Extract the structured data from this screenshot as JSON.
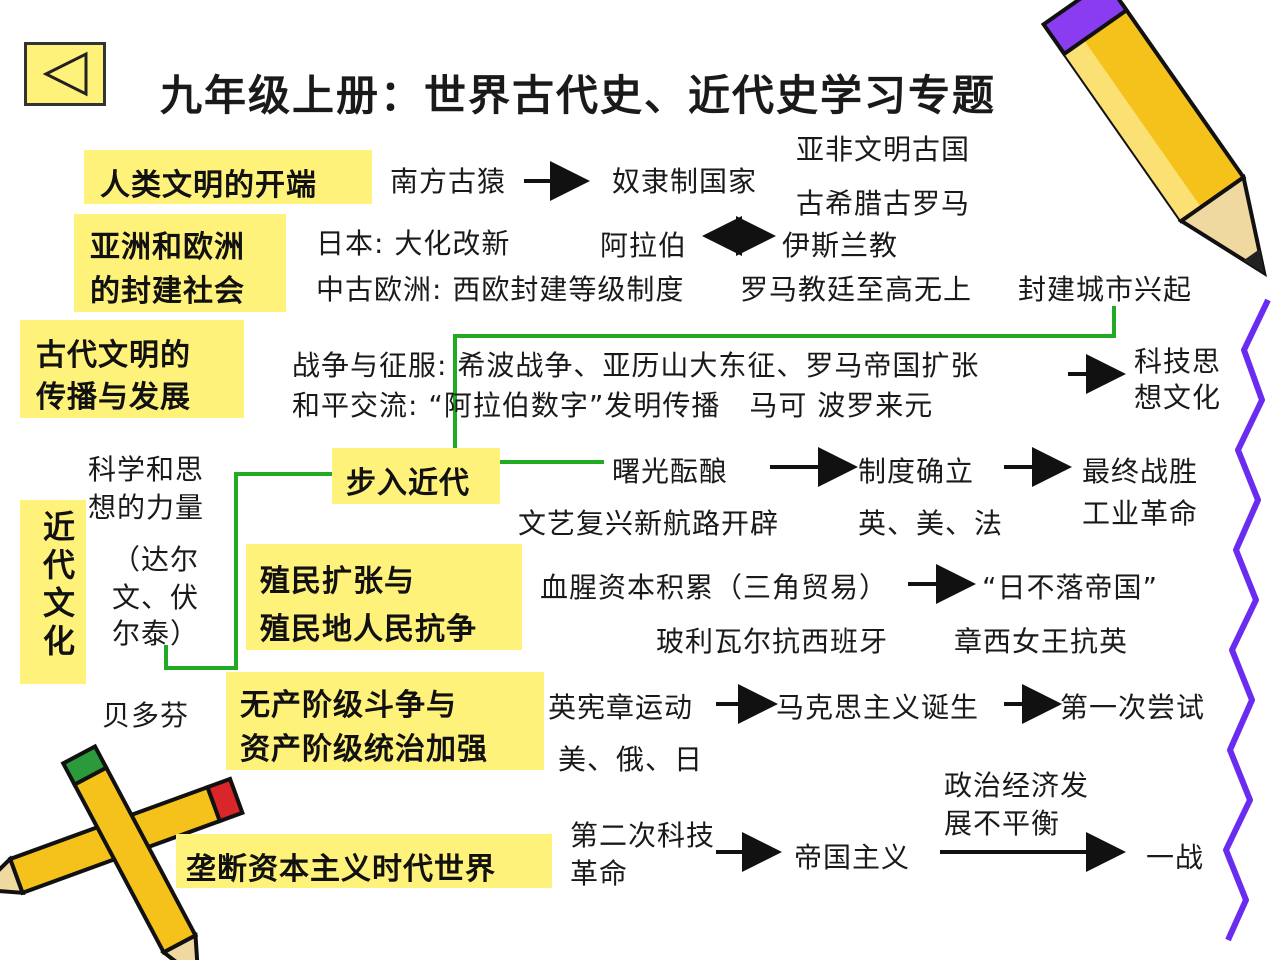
{
  "title": "九年级上册：世界古代史、近代史学习专题",
  "back_arrow_icon": "triangle-left-icon",
  "topics": {
    "t1": "人类文明的开端",
    "t2_line1": "亚洲和欧洲",
    "t2_line2": "的封建社会",
    "t3_line1": "古代文明的",
    "t3_line2": "传播与发展",
    "t4": "步入近代",
    "t5_line1": "殖民扩张与",
    "t5_line2": "殖民地人民抗争",
    "t6_line1": "无产阶级斗争与",
    "t6_line2": "资产阶级统治加强",
    "t7": "垄断资本主义时代世界",
    "modern_culture": "近代文化"
  },
  "row1": {
    "a": "南方古猿",
    "b": "奴隶制国家",
    "c1": "亚非文明古国",
    "c2": "古希腊古罗马"
  },
  "row2": {
    "japan": "日本: 大化改新",
    "arab": "阿拉伯",
    "islam": "伊斯兰教",
    "europe": "中古欧洲: 西欧封建等级制度",
    "rome": "罗马教廷至高无上",
    "city": "封建城市兴起"
  },
  "row3": {
    "war": "战争与征服: 希波战争、亚历山大东征、罗马帝国扩张",
    "peace": "和平交流: “阿拉伯数字”发明传播　马可 波罗来元",
    "result1": "科技思",
    "result2": "想文化"
  },
  "culture": {
    "line1": "科学和思",
    "line2": "想的力量",
    "line3": "（达尔",
    "line4": "文、伏",
    "line5": "尔泰）",
    "beethoven": "贝多芬"
  },
  "row4": {
    "dawn": "曙光酝酿",
    "system": "制度确立",
    "victory": "最终战胜",
    "renaissance": "文艺复兴新航路开辟",
    "countries": "英、美、法",
    "industrial": "工业革命"
  },
  "row5": {
    "bloody": "血腥资本积累（三角贸易）",
    "empire": "“日不落帝国”",
    "bolivar": "玻利瓦尔抗西班牙",
    "zhangxi": "章西女王抗英"
  },
  "row6": {
    "chartist": "英宪章运动",
    "marx": "马克思主义诞生",
    "first": "第一次尝试",
    "countries": "美、俄、日"
  },
  "row7": {
    "second1": "第二次科技",
    "second2": "革命",
    "imperialism": "帝国主义",
    "uneven1": "政治经济发",
    "uneven2": "展不平衡",
    "ww1": "一战"
  },
  "colors": {
    "box": "#fff27a",
    "green_line": "#22aa22",
    "purple_border": "#6a2cf0",
    "pencil_yellow": "#f5c21b",
    "pencil_tip": "#d9262a"
  }
}
